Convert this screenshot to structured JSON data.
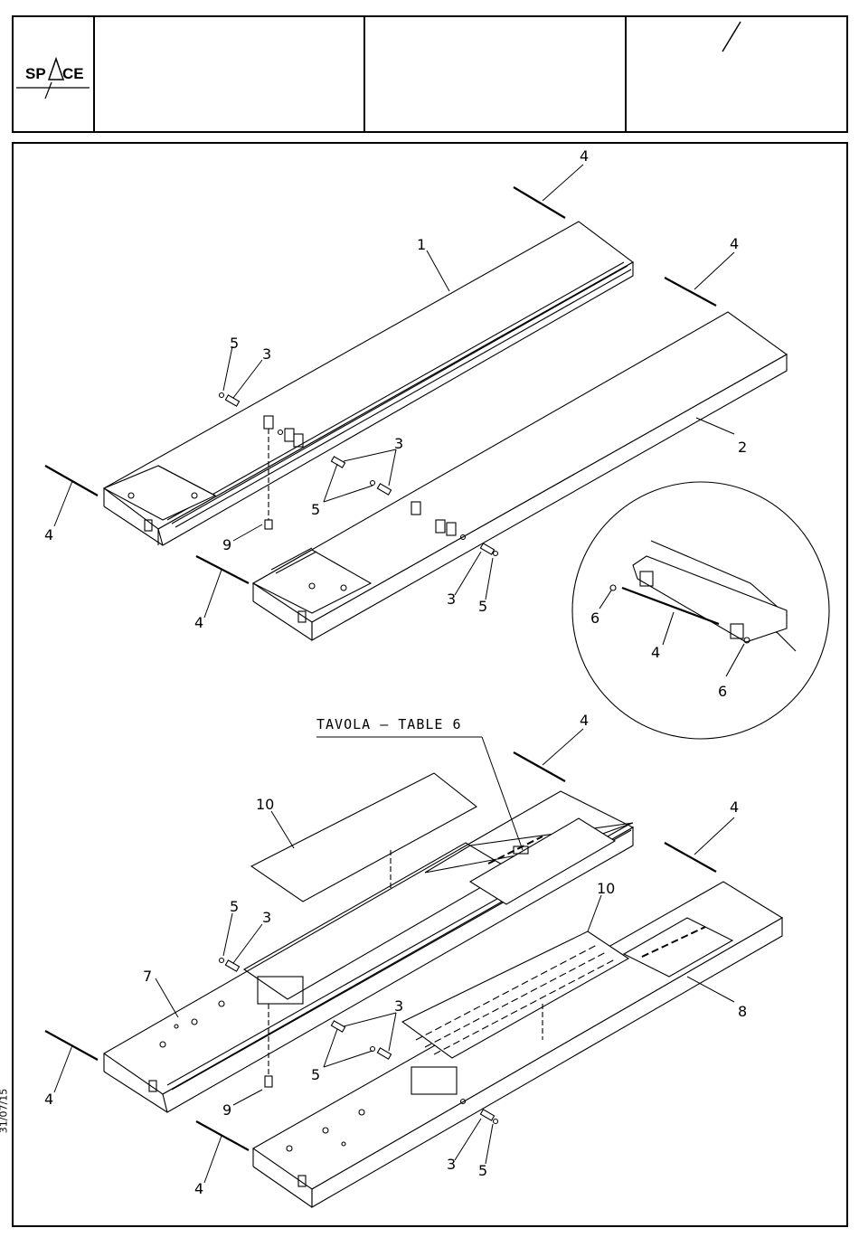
{
  "header": {
    "logo_text": "SPACE",
    "logo_left": "SP",
    "logo_right": "CE",
    "slash_mark": "/"
  },
  "footer": {
    "date": "31/07/15"
  },
  "diagram": {
    "table_label": "TAVOLA – TABLE 6",
    "callouts": [
      {
        "id": "c1",
        "text": "1"
      },
      {
        "id": "c2",
        "text": "2"
      },
      {
        "id": "c3a",
        "text": "3"
      },
      {
        "id": "c3b",
        "text": "3"
      },
      {
        "id": "c3c",
        "text": "3"
      },
      {
        "id": "c3d",
        "text": "3"
      },
      {
        "id": "c3e",
        "text": "3"
      },
      {
        "id": "c3f",
        "text": "3"
      },
      {
        "id": "c4a",
        "text": "4"
      },
      {
        "id": "c4b",
        "text": "4"
      },
      {
        "id": "c4c",
        "text": "4"
      },
      {
        "id": "c4d",
        "text": "4"
      },
      {
        "id": "c4e",
        "text": "4"
      },
      {
        "id": "c4f",
        "text": "4"
      },
      {
        "id": "c4g",
        "text": "4"
      },
      {
        "id": "c4h",
        "text": "4"
      },
      {
        "id": "c4i",
        "text": "4"
      },
      {
        "id": "c5a",
        "text": "5"
      },
      {
        "id": "c5b",
        "text": "5"
      },
      {
        "id": "c5c",
        "text": "5"
      },
      {
        "id": "c5d",
        "text": "5"
      },
      {
        "id": "c5e",
        "text": "5"
      },
      {
        "id": "c5f",
        "text": "5"
      },
      {
        "id": "c6a",
        "text": "6"
      },
      {
        "id": "c6b",
        "text": "6"
      },
      {
        "id": "c7",
        "text": "7"
      },
      {
        "id": "c8",
        "text": "8"
      },
      {
        "id": "c9a",
        "text": "9"
      },
      {
        "id": "c9b",
        "text": "9"
      },
      {
        "id": "c10a",
        "text": "10"
      },
      {
        "id": "c10b",
        "text": "10"
      }
    ]
  }
}
